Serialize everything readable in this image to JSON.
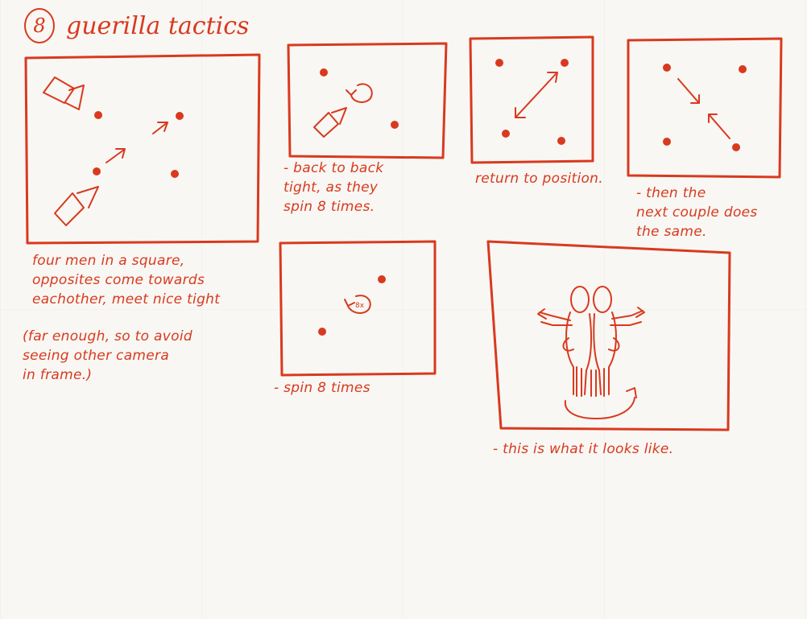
{
  "title": {
    "number": "8",
    "text": "guerilla tactics"
  },
  "captions": {
    "panel1_main": "four men in a square,\nopposites come towards\neachother, meet nice tight",
    "panel1_note": "(far enough, so to avoid\nseeing other camera\nin frame.)",
    "panel2": "- back to back\ntight, as they\nspin 8 times.",
    "panel3": "return to position.",
    "panel4": "- then the\nnext couple does\nthe same.",
    "panel5": "- spin 8 times",
    "panel6": "- this is what it looks like.",
    "spin_mark": "8x"
  },
  "colors": {
    "ink": "#d9391f",
    "paper": "#f8f7f3"
  },
  "icons": [
    "camera-icon",
    "spin-arrow-icon",
    "movement-arrow-icon"
  ]
}
